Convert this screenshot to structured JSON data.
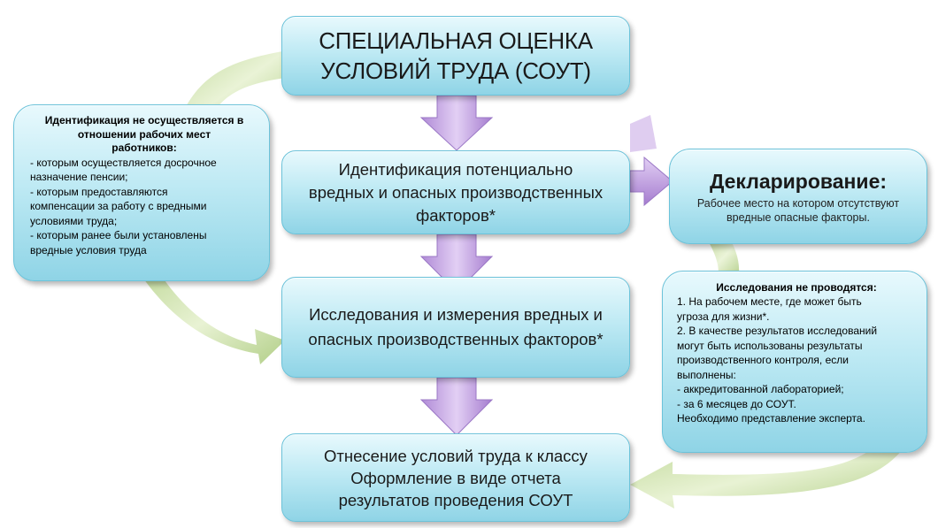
{
  "title_box": {
    "lines": [
      "СПЕЦИАЛЬНАЯ ОЦЕНКА",
      "УСЛОВИЙ ТРУДА (СОУТ)"
    ]
  },
  "identification_box": {
    "lines": [
      "Идентификация потенциально",
      "вредных и опасных производственных",
      "факторов*"
    ]
  },
  "research_box": {
    "lines": [
      "Исследования и измерения вредных и",
      "опасных производственных факторов*"
    ]
  },
  "classification_box": {
    "lines": [
      "Отнесение условий труда к классу",
      "Оформление в виде отчета",
      "результатов проведения СОУТ"
    ]
  },
  "declaration_box": {
    "heading": "Декларирование:",
    "lines": [
      "Рабочее место на котором отсутствуют",
      "вредные  опасные факторы."
    ]
  },
  "no_identification_box": {
    "heading_lines": [
      "Идентификация не осуществляется в",
      "отношении рабочих мест",
      "работников:"
    ],
    "lines": [
      "- которым осуществляется досрочное",
      "назначение пенсии;",
      "- которым предоставляются",
      "компенсации за работу с вредными",
      "условиями труда;",
      "- которым ранее были установлены",
      "вредные условия труда"
    ]
  },
  "no_research_box": {
    "heading": "Исследования  не проводятся:",
    "lines": [
      "1. На рабочем месте, где может быть",
      "угроза для жизни*.",
      "2. В качестве результатов исследований",
      "могут быть использованы результаты",
      "производственного контроля, если",
      "выполнены:",
      "- аккредитованной лабораторией;",
      "- за 6 месяцев до СОУТ.",
      "Необходимо представление эксперта."
    ]
  },
  "colors": {
    "box_top": "#e8f9fd",
    "box_bottom": "#8fd4e6",
    "arrow_purple": "#c4a3e0",
    "arrow_green": "#c8dfa0"
  },
  "icons": {
    "down_arrows": "arrow-down-icon",
    "right_arrow": "arrow-right-icon",
    "curved_arrows": "curved-arrow-icon"
  }
}
